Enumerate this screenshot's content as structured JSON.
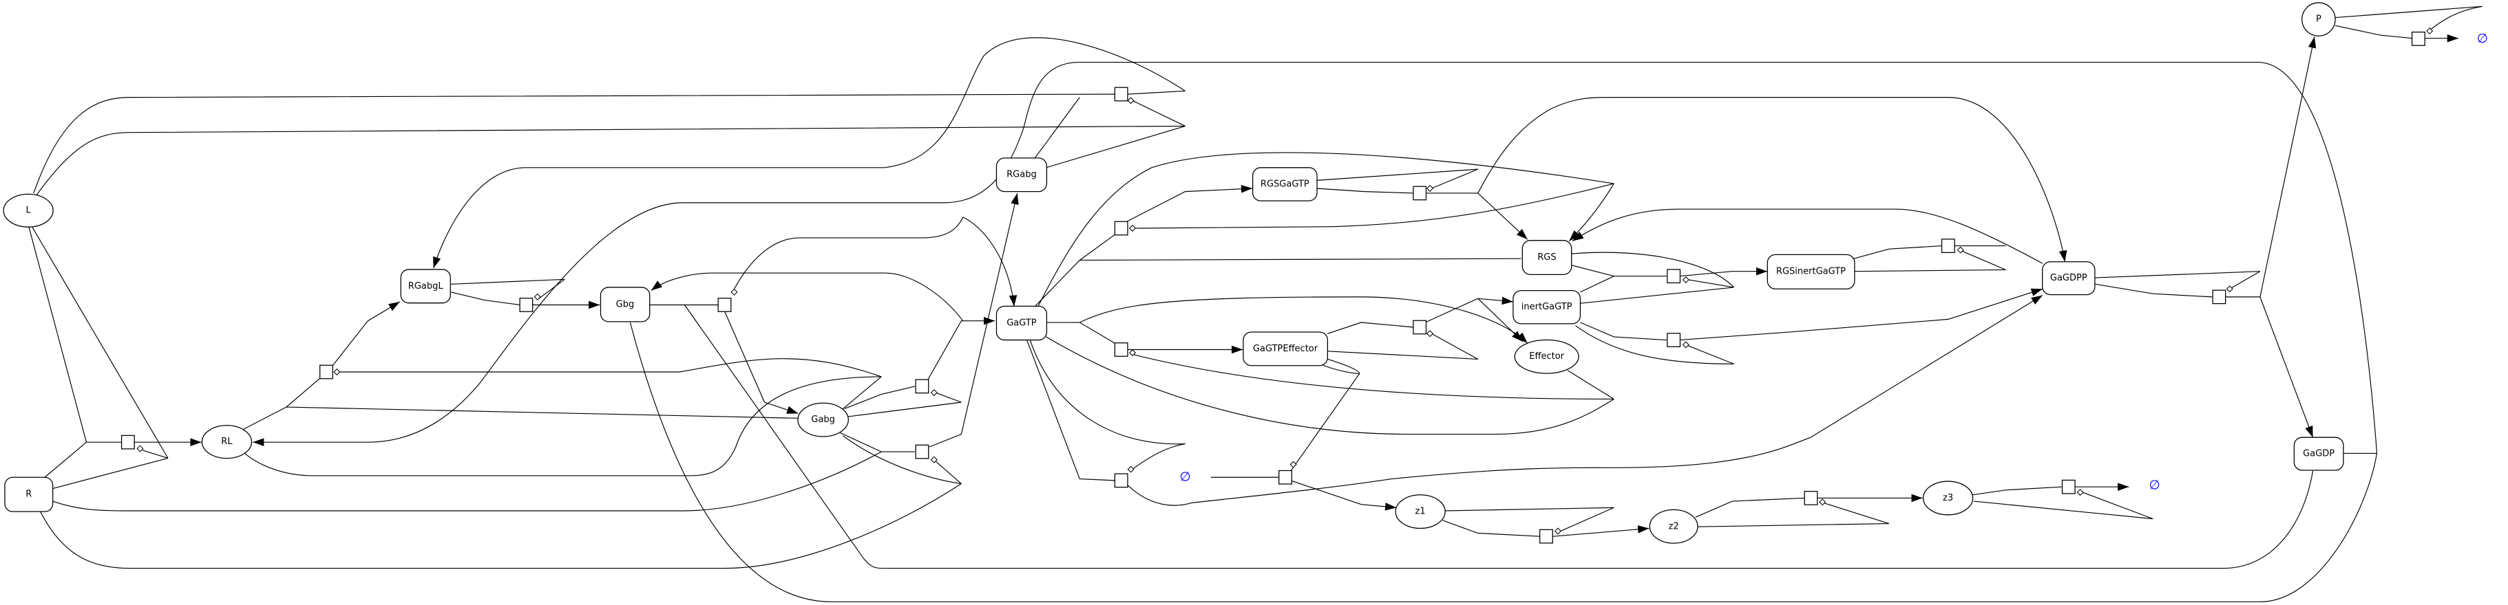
{
  "nodes": {
    "L": "L",
    "R": "R",
    "RL": "RL",
    "RGabgL": "RGabgL",
    "Gbg": "Gbg",
    "Gabg": "Gabg",
    "RGabg": "RGabg",
    "GaGTP": "GaGTP",
    "RGSGaGTP": "RGSGaGTP",
    "GaGTPEffector": "GaGTPEffector",
    "RGS": "RGS",
    "inertGaGTP": "inertGaGTP",
    "Effector": "Effector",
    "RGSinertGaGTP": "RGSinertGaGTP",
    "GaGDPP": "GaGDPP",
    "GaGDP": "GaGDP",
    "P": "P",
    "z1": "z1",
    "z2": "z2",
    "z3": "z3"
  },
  "empty_sets": [
    "∅",
    "∅",
    "∅"
  ],
  "colors": {
    "empty_set": "#0000ff",
    "edge": "#000000",
    "node_fill": "#ffffff"
  }
}
